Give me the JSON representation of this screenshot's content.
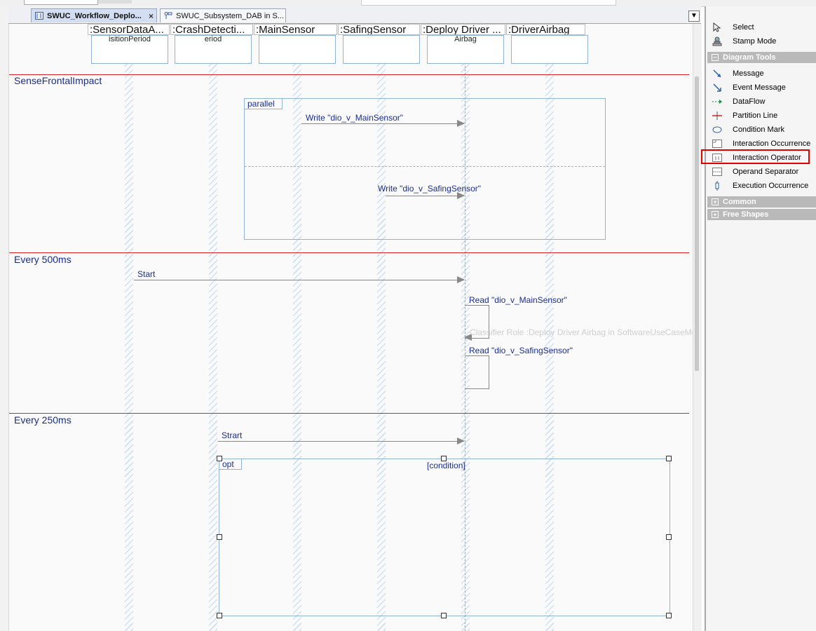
{
  "tabs": [
    {
      "label": "SWUC_Workflow_Deplo...",
      "close": "×"
    },
    {
      "label": "SWUC_Subsystem_DAB in S..."
    }
  ],
  "tab_dropdown": "▼",
  "lifelines": [
    {
      "header": ":SensorDataA...",
      "box": "isitionPeriod"
    },
    {
      "header": ":CrashDetecti...",
      "box": "eriod"
    },
    {
      "header": ":MainSensor",
      "box": ""
    },
    {
      "header": ":SafingSensor",
      "box": ""
    },
    {
      "header": ":Deploy Driver ...",
      "box": "Airbag"
    },
    {
      "header": ":DriverAirbag",
      "box": ""
    }
  ],
  "sections": [
    {
      "label": "SenseFrontalImpact"
    },
    {
      "label": "Every 500ms"
    },
    {
      "label": "Every 250ms"
    }
  ],
  "messages": {
    "write_main": "Write \"dio_v_MainSensor\"",
    "write_safing": "Write \"dio_v_SafingSensor\"",
    "start": "Start",
    "read_main": "Read \"dio_v_MainSensor\"",
    "read_safing": "Read \"dio_v_SafingSensor\"",
    "strart": "Strart"
  },
  "frames": {
    "parallel": "parallel",
    "opt": "opt",
    "opt_condition": "[condition]"
  },
  "ghost_tooltip": "Classifier Role :Deploy Driver Airbag in SoftwareUseCaseModel::SWUC_Subsystem_DAB::SW",
  "toolbox": {
    "top_items": [
      {
        "label": "Select",
        "icon": "pointer-icon"
      },
      {
        "label": "Stamp Mode",
        "icon": "stamp-icon"
      }
    ],
    "groups": {
      "diagram_tools": "Diagram Tools",
      "common": "Common",
      "free_shapes": "Free Shapes"
    },
    "diagram_items": [
      {
        "label": "Message",
        "icon": "message-icon"
      },
      {
        "label": "Event Message",
        "icon": "event-message-icon"
      },
      {
        "label": "DataFlow",
        "icon": "dataflow-icon"
      },
      {
        "label": "Partition Line",
        "icon": "partition-line-icon"
      },
      {
        "label": "Condition Mark",
        "icon": "condition-mark-icon"
      },
      {
        "label": "Interaction Occurrence",
        "icon": "interaction-occurrence-icon"
      },
      {
        "label": "Interaction Operator",
        "icon": "interaction-operator-icon"
      },
      {
        "label": "Operand Separator",
        "icon": "operand-separator-icon"
      },
      {
        "label": "Execution Occurrence",
        "icon": "execution-occurrence-icon"
      }
    ],
    "collapse_symbol": "−",
    "expand_symbol": "+"
  },
  "colors": {
    "section_line": "#e02020",
    "text_blue": "#1a2d8a",
    "highlight": "#e00000"
  }
}
